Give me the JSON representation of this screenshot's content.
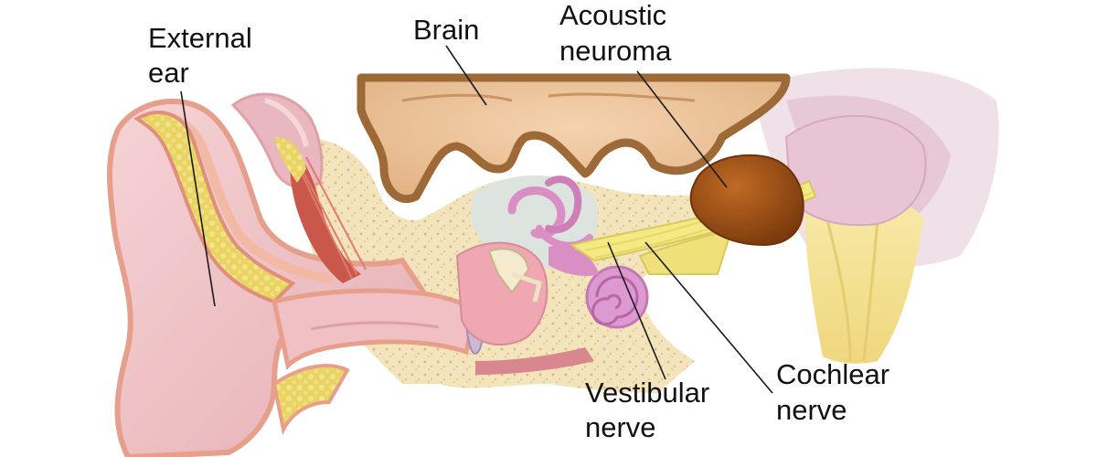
{
  "labels": {
    "external_ear": {
      "line1": "External",
      "line2": "ear"
    },
    "brain": {
      "line1": "Brain"
    },
    "acoustic_neuroma": {
      "line1": "Acoustic",
      "line2": "neuroma"
    },
    "vestibular_nerve": {
      "line1": "Vestibular",
      "line2": "nerve"
    },
    "cochlear_nerve": {
      "line1": "Cochlear",
      "line2": "nerve"
    }
  },
  "colors": {
    "skin": "#f1c6c9",
    "skin_dark": "#e3a3a9",
    "bone": "#f5e6bf",
    "bone_spots": "#d6bf8a",
    "fat": "#e8d25a",
    "muscle": "#c8574a",
    "brain": "#ecc39a",
    "brain_edge": "#9d6a37",
    "nerve": "#f3ea86",
    "tumor": "#9a4b12",
    "inner_ear": "#d98ec4",
    "brainstem": "#f3e19a"
  }
}
